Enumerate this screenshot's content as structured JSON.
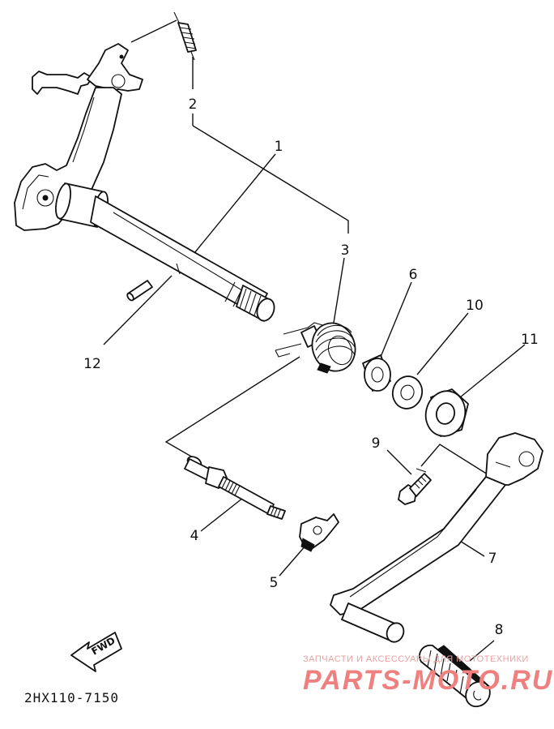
{
  "diagram": {
    "drawing_code": "2HX110-7150",
    "fwd_label": "FWD",
    "callouts": [
      {
        "id": "1",
        "label": "1"
      },
      {
        "id": "2",
        "label": "2"
      },
      {
        "id": "3",
        "label": "3"
      },
      {
        "id": "4",
        "label": "4"
      },
      {
        "id": "5",
        "label": "5"
      },
      {
        "id": "6",
        "label": "6"
      },
      {
        "id": "7",
        "label": "7"
      },
      {
        "id": "8",
        "label": "8"
      },
      {
        "id": "9",
        "label": "9"
      },
      {
        "id": "10",
        "label": "10"
      },
      {
        "id": "11",
        "label": "11"
      },
      {
        "id": "12",
        "label": "12"
      }
    ]
  },
  "watermark": {
    "top_text": "ЗАПЧАСТИ И АКСЕССУАРЫ ДЛЯ МОТОТЕХНИКИ",
    "brand_text": "PARTS-MOTO.RU",
    "color": "#ef8080"
  }
}
